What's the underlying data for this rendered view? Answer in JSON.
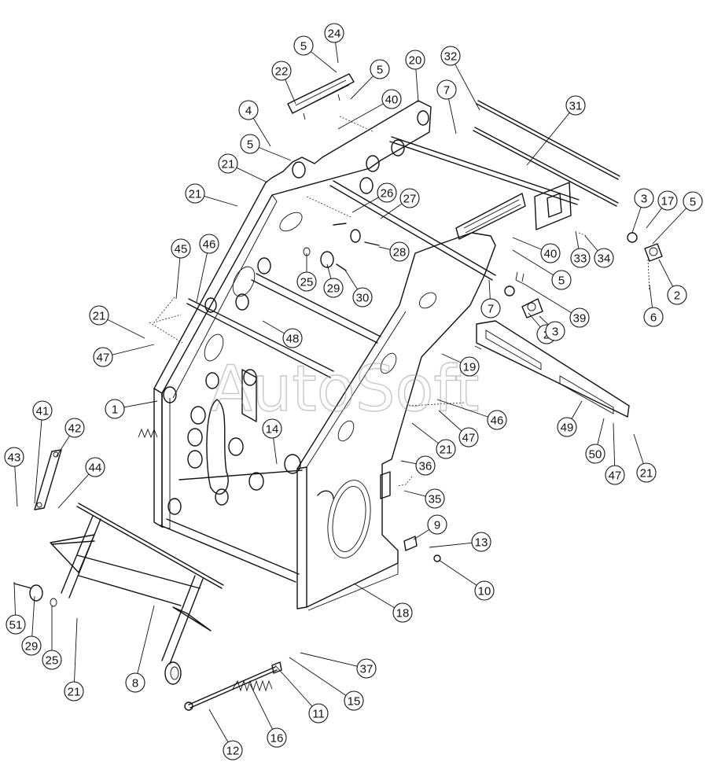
{
  "watermark": "AutoSoft",
  "callouts": [
    {
      "label": "24"
    },
    {
      "label": "5"
    },
    {
      "label": "22"
    },
    {
      "label": "5"
    },
    {
      "label": "40"
    },
    {
      "label": "20"
    },
    {
      "label": "32"
    },
    {
      "label": "7"
    },
    {
      "label": "31"
    },
    {
      "label": "4"
    },
    {
      "label": "5"
    },
    {
      "label": "21"
    },
    {
      "label": "21"
    },
    {
      "label": "26"
    },
    {
      "label": "27"
    },
    {
      "label": "3"
    },
    {
      "label": "17"
    },
    {
      "label": "5"
    },
    {
      "label": "28"
    },
    {
      "label": "40"
    },
    {
      "label": "33"
    },
    {
      "label": "34"
    },
    {
      "label": "2"
    },
    {
      "label": "45"
    },
    {
      "label": "46"
    },
    {
      "label": "25"
    },
    {
      "label": "29"
    },
    {
      "label": "30"
    },
    {
      "label": "5"
    },
    {
      "label": "7"
    },
    {
      "label": "6"
    },
    {
      "label": "39"
    },
    {
      "label": "21"
    },
    {
      "label": "2"
    },
    {
      "label": "3"
    },
    {
      "label": "47"
    },
    {
      "label": "48"
    },
    {
      "label": "19"
    },
    {
      "label": "1"
    },
    {
      "label": "46"
    },
    {
      "label": "49"
    },
    {
      "label": "41"
    },
    {
      "label": "42"
    },
    {
      "label": "47"
    },
    {
      "label": "14"
    },
    {
      "label": "21"
    },
    {
      "label": "50"
    },
    {
      "label": "47"
    },
    {
      "label": "21"
    },
    {
      "label": "43"
    },
    {
      "label": "44"
    },
    {
      "label": "36"
    },
    {
      "label": "35"
    },
    {
      "label": "9"
    },
    {
      "label": "13"
    },
    {
      "label": "10"
    },
    {
      "label": "18"
    },
    {
      "label": "51"
    },
    {
      "label": "29"
    },
    {
      "label": "25"
    },
    {
      "label": "8"
    },
    {
      "label": "21"
    },
    {
      "label": "37"
    },
    {
      "label": "15"
    },
    {
      "label": "11"
    },
    {
      "label": "16"
    },
    {
      "label": "12"
    }
  ]
}
